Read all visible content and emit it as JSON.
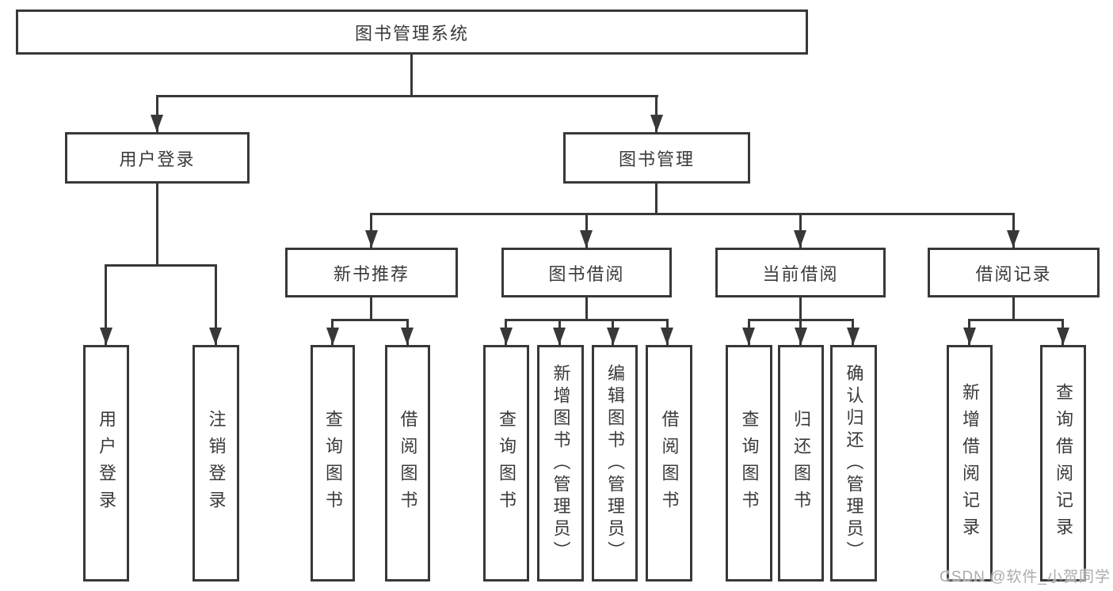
{
  "diagram_title": "图书管理系统",
  "tree": {
    "root": {
      "label": "图书管理系统",
      "children": [
        {
          "label": "用户登录",
          "children": [
            {
              "label": "用户登录"
            },
            {
              "label": "注销登录"
            }
          ]
        },
        {
          "label": "图书管理",
          "children": [
            {
              "label": "新书推荐",
              "children": [
                {
                  "label": "查询图书"
                },
                {
                  "label": "借阅图书"
                }
              ]
            },
            {
              "label": "图书借阅",
              "children": [
                {
                  "label": "查询图书"
                },
                {
                  "label": "新增图书（管理员）"
                },
                {
                  "label": "编辑图书（管理员）"
                },
                {
                  "label": "借阅图书"
                }
              ]
            },
            {
              "label": "当前借阅",
              "children": [
                {
                  "label": "查询图书"
                },
                {
                  "label": "归还图书"
                },
                {
                  "label": "确认归还（管理员）"
                }
              ]
            },
            {
              "label": "借阅记录",
              "children": [
                {
                  "label": "新增借阅记录"
                },
                {
                  "label": "查询借阅记录"
                }
              ]
            }
          ]
        }
      ]
    }
  },
  "watermark": {
    "text": "CSDN @软件_小贺同学",
    "color": "#a0a0a0"
  },
  "colors": {
    "background": "#ffffff",
    "box_border": "#383838",
    "connector_line": "#383838",
    "text": "#3a3a3a"
  }
}
